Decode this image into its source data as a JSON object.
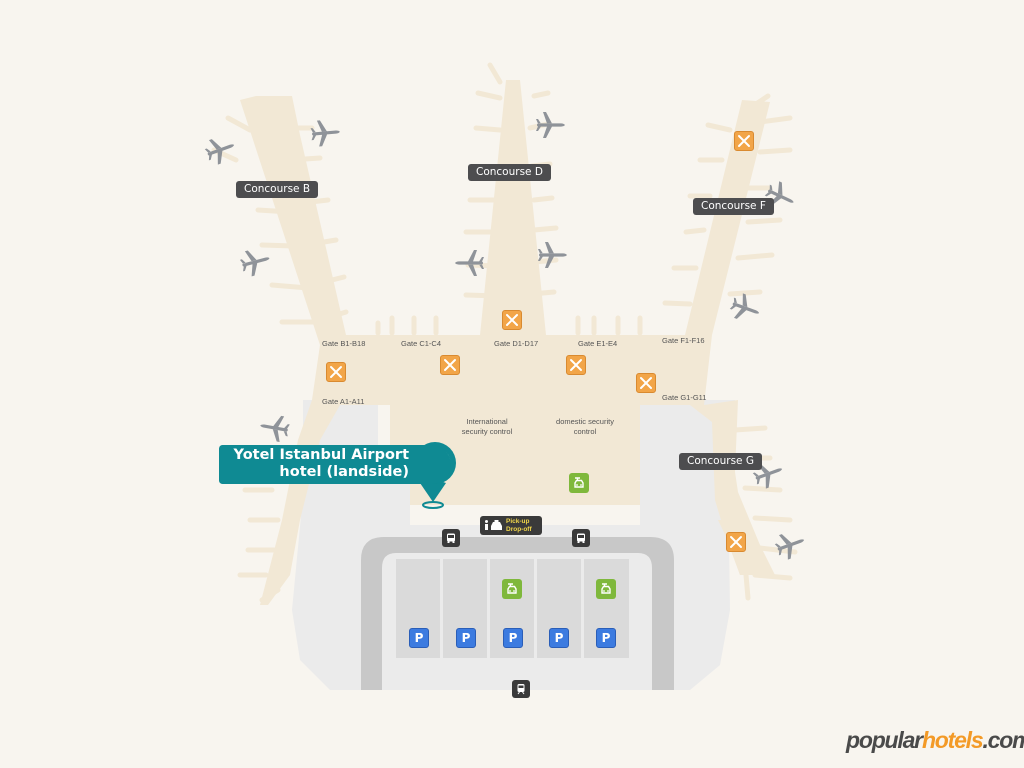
{
  "concourses": [
    "Concourse B",
    "Concourse D",
    "Concourse F",
    "Concourse G"
  ],
  "gates": [
    "Gate B1-B18",
    "Gate C1-C4",
    "Gate D1-D17",
    "Gate E1-E4",
    "Gate F1-F16",
    "Gate A1-A11",
    "Gate G1-G11"
  ],
  "areas": {
    "international": "International security control",
    "domestic": "domestic security control"
  },
  "hotel": {
    "name_line1": "Yotel Istanbul Airport",
    "name_line2": "hotel (landside)",
    "icon": "bed-icon"
  },
  "pickup": {
    "line1": "Pick-up",
    "line2": "Drop-off"
  },
  "parking_symbol": "P",
  "brand": {
    "part1": "popular",
    "part2": "hotels",
    "part3": ".com"
  },
  "colors": {
    "terminal": "#f2e8d5",
    "landside": "#ebebeb",
    "road": "#c8c8c8",
    "hotel_accent": "#0f8a93",
    "food": "#f2a548",
    "car_rental": "#7fb83c",
    "parking": "#3c7be0",
    "label_bg": "#4d4d4f",
    "plane": "#8f9399",
    "brand_orange": "#f39a27"
  },
  "icons": [
    "airplane-icon",
    "food-icon",
    "car-rental-icon",
    "bus-icon",
    "train-icon",
    "parking-icon",
    "bed-icon",
    "taxi-icon"
  ]
}
